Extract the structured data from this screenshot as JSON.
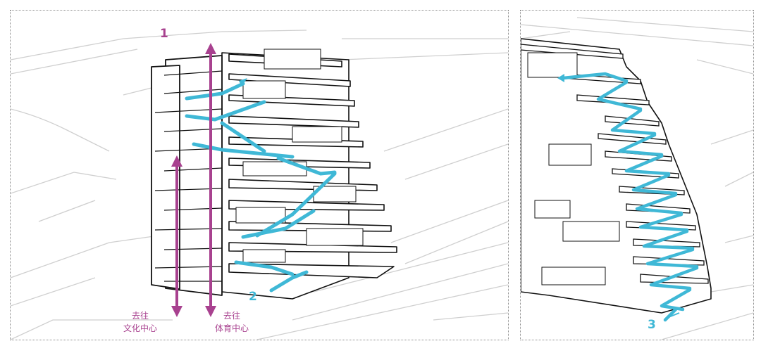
{
  "colors": {
    "magenta": "#a8418f",
    "cyan": "#3fb8d6",
    "line": "#111111",
    "ground": "#c9c9c9"
  },
  "left_panel": {
    "marker_1": "1",
    "marker_2": "2",
    "arrow_left_caption": [
      "去往",
      "文化中心"
    ],
    "arrow_right_caption": [
      "去往",
      "体育中心"
    ]
  },
  "right_panel": {
    "marker_3": "3"
  }
}
